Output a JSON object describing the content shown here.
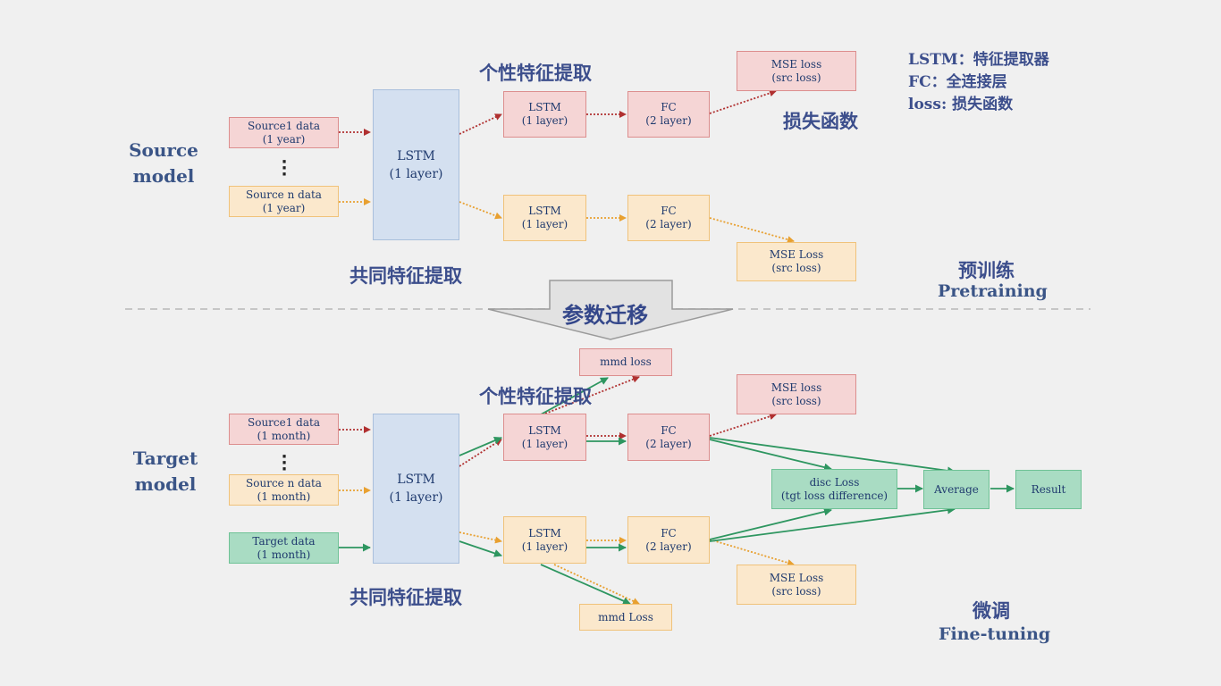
{
  "legend": {
    "line1": "LSTM：特征提取器",
    "line2": "FC：全连接层",
    "line3": "loss: 损失函数"
  },
  "top": {
    "model_label_1": "Source",
    "model_label_2": "model",
    "individual_feature": "个性特征提取",
    "common_feature": "共同特征提取",
    "loss_function": "损失函数",
    "stage_cn": "预训练",
    "stage_en": "Pretraining",
    "source1": {
      "line1": "Source1 data",
      "line2": "(1 year)"
    },
    "sourcen": {
      "line1": "Source n data",
      "line2": "(1 year)"
    },
    "lstm_main": {
      "line1": "LSTM",
      "line2": "(1 layer)"
    },
    "lstm_a": {
      "line1": "LSTM",
      "line2": "(1 layer)"
    },
    "fc_a": {
      "line1": "FC",
      "line2": "(2 layer)"
    },
    "mse_a": {
      "line1": "MSE loss",
      "line2": "(src loss)"
    },
    "lstm_b": {
      "line1": "LSTM",
      "line2": "(1 layer)"
    },
    "fc_b": {
      "line1": "FC",
      "line2": "(2 layer)"
    },
    "mse_b": {
      "line1": "MSE Loss",
      "line2": "(src loss)"
    }
  },
  "transfer": "参数迁移",
  "bottom": {
    "model_label_1": "Target",
    "model_label_2": "model",
    "individual_feature": "个性特征提取",
    "common_feature": "共同特征提取",
    "stage_cn": "微调",
    "stage_en": "Fine-tuning",
    "source1": {
      "line1": "Source1 data",
      "line2": "(1 month)"
    },
    "sourcen": {
      "line1": "Source n data",
      "line2": "(1 month)"
    },
    "target": {
      "line1": "Target data",
      "line2": "(1 month)"
    },
    "lstm_main": {
      "line1": "LSTM",
      "line2": "(1 layer)"
    },
    "lstm_a": {
      "line1": "LSTM",
      "line2": "(1 layer)"
    },
    "fc_a": {
      "line1": "FC",
      "line2": "(2 layer)"
    },
    "mse_a": {
      "line1": "MSE loss",
      "line2": "(src loss)"
    },
    "mmd_a": "mmd loss",
    "lstm_b": {
      "line1": "LSTM",
      "line2": "(1 layer)"
    },
    "fc_b": {
      "line1": "FC",
      "line2": "(2 layer)"
    },
    "mse_b": {
      "line1": "MSE Loss",
      "line2": "(src loss)"
    },
    "mmd_b": "mmd Loss",
    "disc": {
      "line1": "disc Loss",
      "line2": "(tgt loss difference)"
    },
    "average": "Average",
    "result": "Result"
  },
  "colors": {
    "red_arrow": "#b03030",
    "orange_arrow": "#e8a030",
    "green_arrow": "#2e9660",
    "label_blue": "#3c4e8c"
  }
}
